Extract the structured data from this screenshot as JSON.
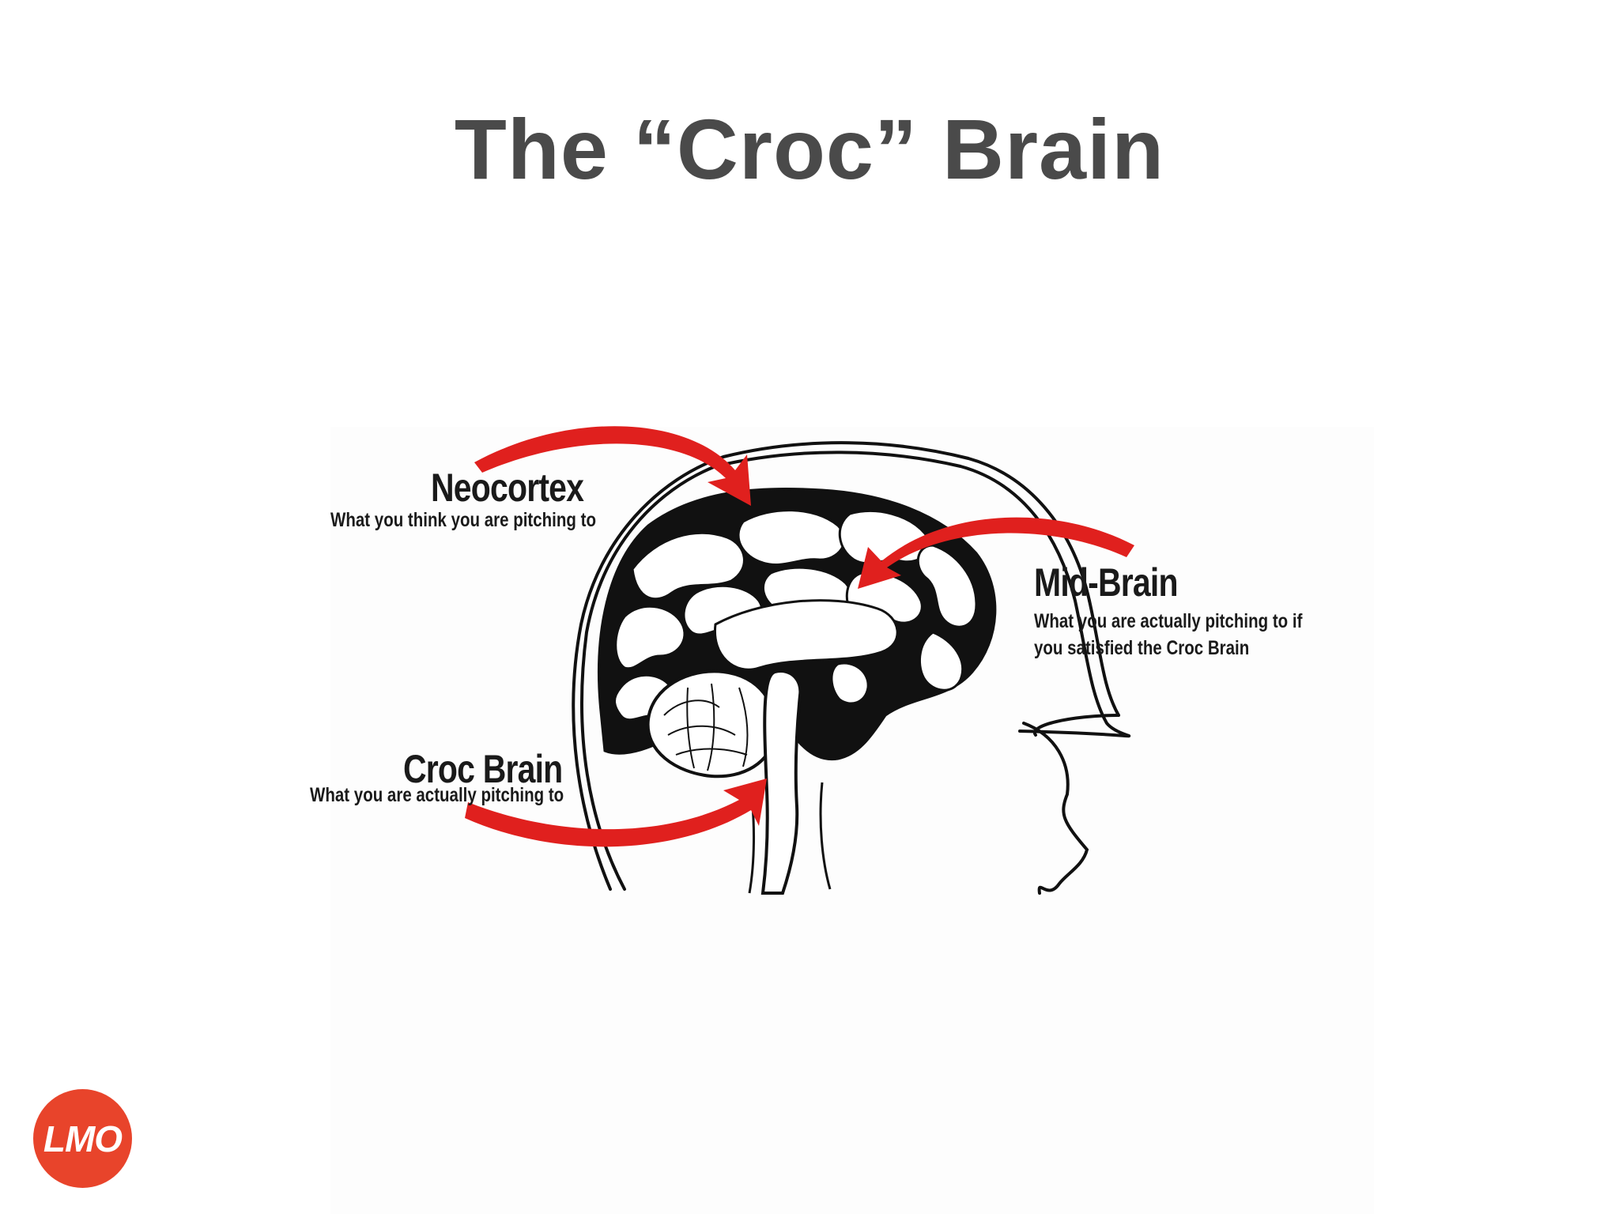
{
  "slide": {
    "title": "The “Croc” Brain"
  },
  "diagram": {
    "labels": {
      "neocortex": {
        "heading": "Neocortex",
        "caption": "What you think you are pitching to"
      },
      "mid_brain": {
        "heading": "Mid-Brain",
        "caption_line1": "What you are actually pitching to if",
        "caption_line2": "you satisfied the Croc Brain"
      },
      "croc_brain": {
        "heading": "Croc Brain",
        "caption": "What you are actually pitching to"
      }
    },
    "colors": {
      "arrow": "#e0201e",
      "outline": "#111111",
      "title": "#4a4a4a"
    }
  },
  "logo": {
    "text": "LMO",
    "color": "#e8442b"
  }
}
